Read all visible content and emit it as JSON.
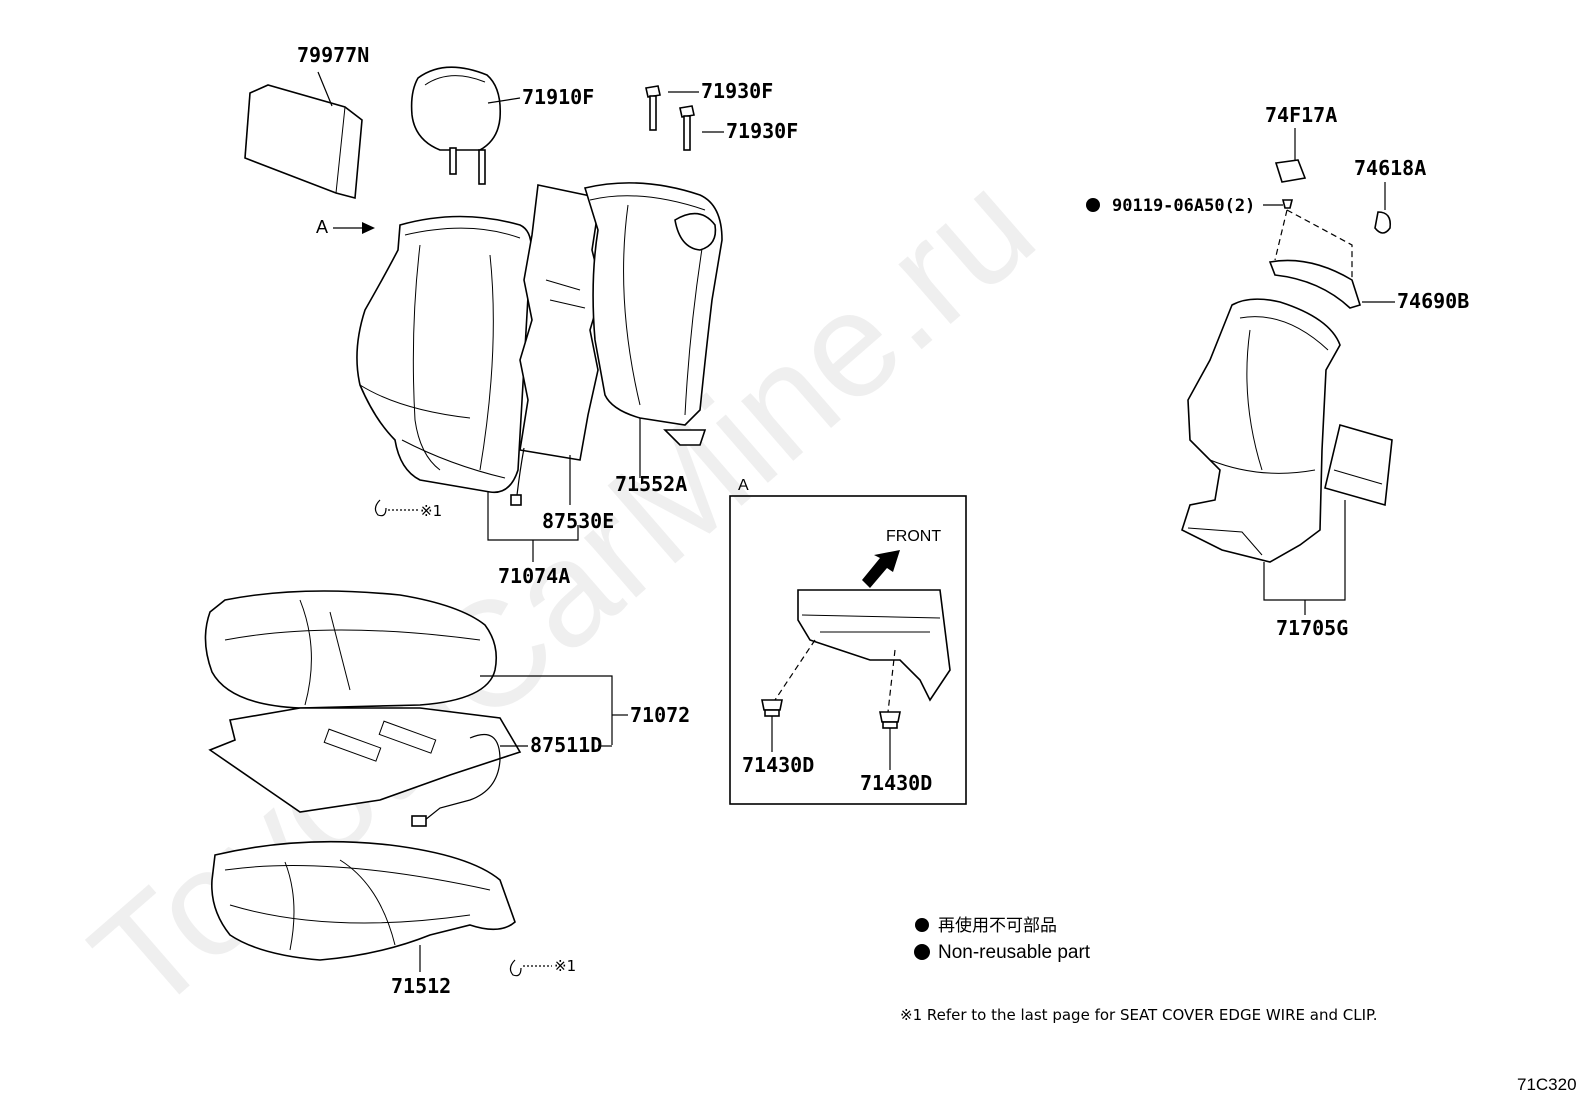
{
  "watermark": "ToyotaCarMine.ru",
  "diagram_code": "71C320",
  "parts": {
    "headrest_cover": "79977N",
    "headrest": "71910F",
    "support_upper": "71930F",
    "support_lower": "71930F",
    "back_cover_a": "71552A",
    "back_heater": "87530E",
    "back_assy": "71074A",
    "cushion_assy": "71072",
    "cushion_heater": "87511D",
    "cushion_pad": "71512",
    "detail_screw_left": "71430D",
    "detail_screw_right": "71430D",
    "board_upper": "74F17A",
    "board_cap": "74618A",
    "bolt": "90119-06A50(2)",
    "back_garnish": "74690B",
    "back_board": "71705G"
  },
  "view_marker": "A",
  "detail": {
    "label": "A",
    "front": "FRONT"
  },
  "edge_wire_ref": "※1",
  "legend": {
    "jp": "再使用不可部品",
    "en": "Non-reusable part"
  },
  "footnote": "※1 Refer to the last page for SEAT COVER EDGE WIRE and CLIP."
}
